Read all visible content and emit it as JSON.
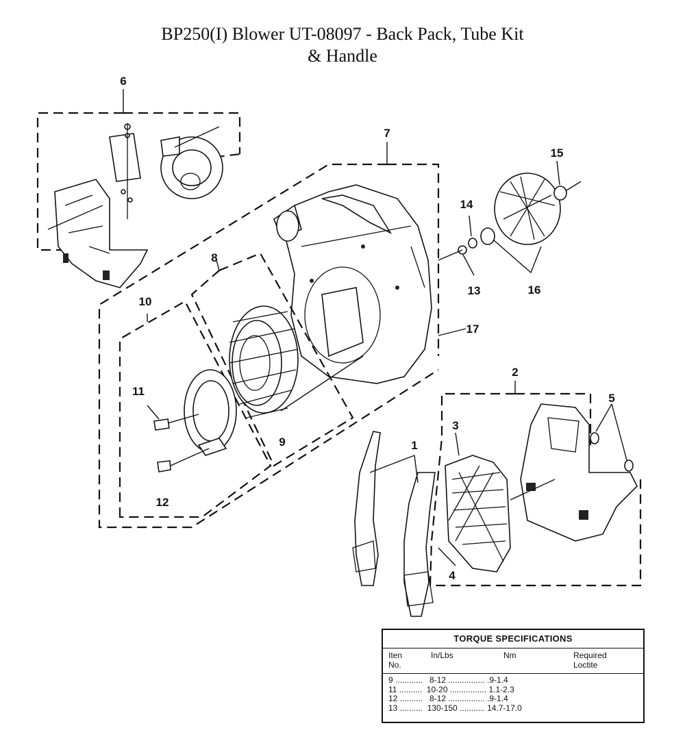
{
  "title_line1": "BP250(I) Blower UT-08097  - Back Pack, Tube Kit",
  "title_line2": "& Handle",
  "callouts": {
    "c1": "1",
    "c2": "2",
    "c3": "3",
    "c4": "4",
    "c5": "5",
    "c6": "6",
    "c7": "7",
    "c8": "8",
    "c9": "9",
    "c10": "10",
    "c11": "11",
    "c12": "12",
    "c13": "13",
    "c14": "14",
    "c15": "15",
    "c16": "16",
    "c17": "17"
  },
  "torque": {
    "heading": "TORQUE SPECIFICATIONS",
    "col_item_1": "Iten",
    "col_item_2": "No.",
    "col_inlbs": "In/Lbs",
    "col_nm": "Nm",
    "col_loctite_1": "Required",
    "col_loctite_2": "Loctite",
    "rows": [
      "9 ............   8-12 ................ .9-1.4",
      "11 ..........  10-20 ................ 1.1-2.3",
      "12 ..........   8-12 ................ .9-1.4",
      "13 ..........  130-150 ........... 14.7-17.0"
    ]
  }
}
